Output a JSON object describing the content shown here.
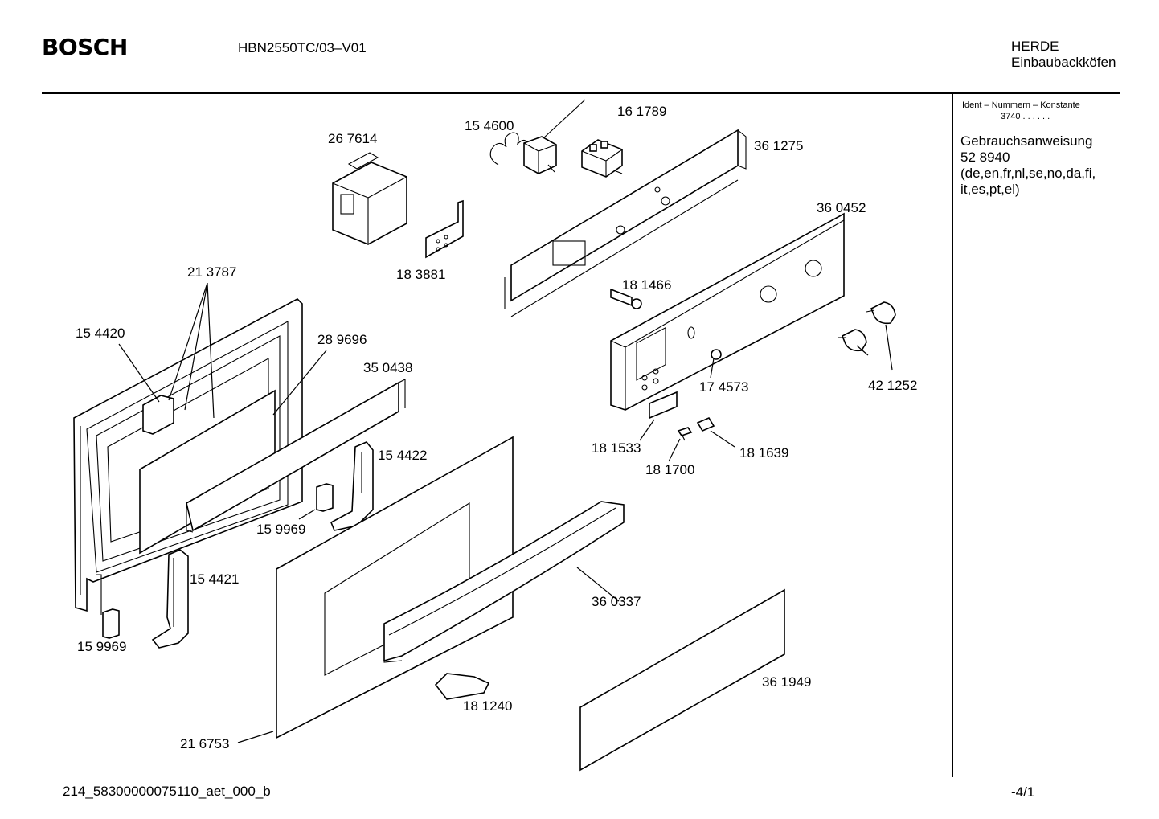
{
  "header": {
    "brand": "BOSCH",
    "model": "HBN2550TC/03–V01",
    "category_line1": "HERDE",
    "category_line2": "Einbaubackköfen"
  },
  "sidebar": {
    "ident_label": "Ident – Nummern – Konstante",
    "ident_value": "3740  .  .    .  .  .  .",
    "manual_title": "Gebrauchsanweisung",
    "manual_number": "52 8940",
    "manual_languages_1": "(de,en,fr,nl,se,no,da,fi,",
    "manual_languages_2": "it,es,pt,el)"
  },
  "parts": {
    "p154600": "15 4600",
    "p161789": "16 1789",
    "p267614": "26 7614",
    "p361275": "36 1275",
    "p360452": "36 0452",
    "p183881": "18 3881",
    "p213787": "21 3787",
    "p181466": "18 1466",
    "p154420": "15 4420",
    "p289696": "28 9696",
    "p350438": "35 0438",
    "p174573": "17 4573",
    "p421252": "42 1252",
    "p154422": "15 4422",
    "p181533": "18 1533",
    "p181639": "18 1639",
    "p181700": "18 1700",
    "p159969a": "15 9969",
    "p154421": "15 4421",
    "p360337": "36 0337",
    "p159969b": "15 9969",
    "p361949": "36 1949",
    "p181240": "18 1240",
    "p216753": "21 6753"
  },
  "footer": {
    "drawing_id": "214_58300000075110_aet_000_b",
    "page": "-4/1"
  }
}
